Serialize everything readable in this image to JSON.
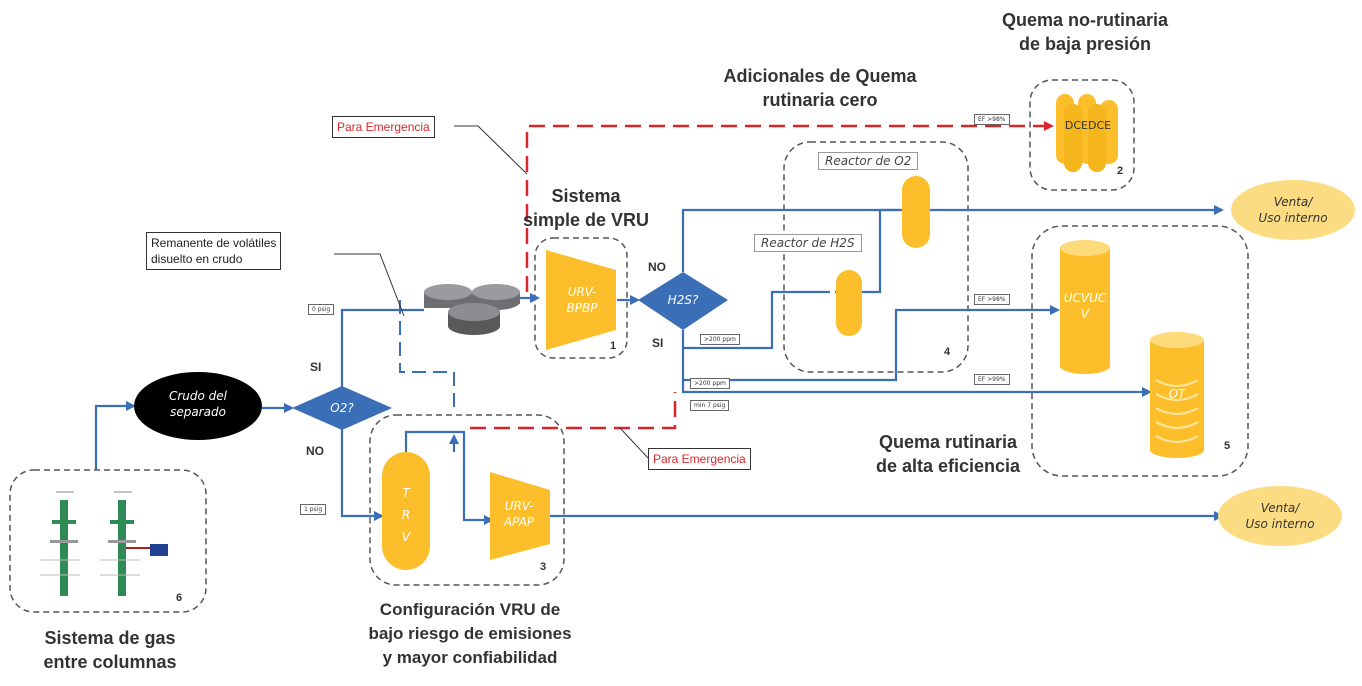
{
  "headings": {
    "quema_no_rutinaria": [
      "Quema no-rutinaria",
      "de baja presión"
    ],
    "adicionales": [
      "Adicionales de Quema",
      "rutinaria cero"
    ],
    "sistema_simple": [
      "Sistema",
      "simple de VRU"
    ],
    "quema_rutinaria": [
      "Quema rutinaria",
      "de alta eficiencia"
    ],
    "configuracion": [
      "Configuración VRU de",
      "bajo riesgo de emisiones",
      "y mayor confiabilidad"
    ],
    "sistema_gas": [
      "Sistema de gas",
      "entre columnas"
    ]
  },
  "callouts": {
    "emergencia_top": "Para Emergencia",
    "emergencia_bottom": "Para Emergencia",
    "remanente": [
      "Remanente de volátiles",
      "disuelto en crudo"
    ]
  },
  "nodes": {
    "crudo": [
      "Crudo del",
      "separado"
    ],
    "o2_decision": "O2?",
    "h2s_decision": "H2S?",
    "urv_bpbp": [
      "URV-",
      "BPBP"
    ],
    "urv_apap": [
      "URV-",
      "APAP"
    ],
    "trv": [
      "T",
      "R",
      "V"
    ],
    "dcedce": "DCEDCE",
    "ucvucv": [
      "UCVUC",
      "V"
    ],
    "ot": "OT",
    "venta_top": [
      "Venta/",
      "Uso interno"
    ],
    "venta_bottom": [
      "Venta/",
      "Uso interno"
    ],
    "reactor_o2": "Reactor de O2",
    "reactor_h2s": "Reactor de H2S"
  },
  "labels": {
    "si_o2": "SI",
    "no_o2": "NO",
    "no_h2s": "NO",
    "si_h2s": "SI"
  },
  "box_numbers": {
    "b1": "1",
    "b2": "2",
    "b3": "3",
    "b4": "4",
    "b5": "5",
    "b6": "6"
  },
  "tags": {
    "t_0psig": "0 psig",
    "t_1psig": "1 psig",
    "t_200ppm_a": ">200 ppm",
    "t_200ppm_b": ">200 ppm",
    "t_min7": "min 7 psig",
    "t_98_top": "EF >98%",
    "t_98_mid": "EF >98%",
    "t_99": "EF >99%"
  },
  "colors": {
    "flow": "#3a6fb7",
    "node_blue": "#3a6fb7",
    "equipment": "#fcbf2b",
    "venta": "#fbdc83",
    "emergency": "#d9262b",
    "crudo": "#000000",
    "tank": "#6d6e71"
  }
}
